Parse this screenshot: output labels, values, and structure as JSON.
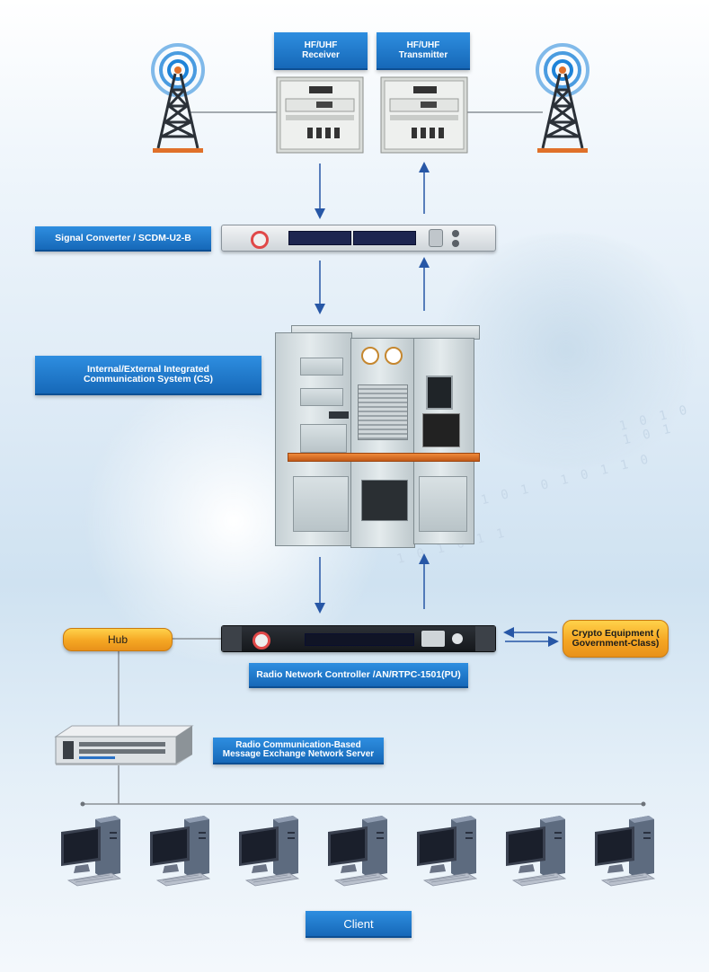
{
  "labels": {
    "hf_receiver": [
      "HF/UHF",
      "Receiver"
    ],
    "hf_transmitter": [
      "HF/UHF",
      "Transmitter"
    ],
    "signal_converter": "Signal Converter / SCDM-U2-B",
    "cs_system": [
      "Internal/External Integrated",
      "Communication System (CS)"
    ],
    "hub": "Hub",
    "crypto": [
      "Crypto Equipment (",
      "Government-Class)"
    ],
    "rnc": "Radio Network Controller /AN/RTPC-1501(PU)",
    "server": [
      "Radio Communication-Based",
      "Message Exchange Network Server"
    ],
    "client": "Client"
  },
  "background_digits": [
    "1 0 1 0 1 0 1",
    "1 0 1 0 1 1 0 1 0 1 0 1 1 0",
    "1 0 1 0 1 1"
  ],
  "client_count": 7,
  "colors": {
    "label_blue": "#1b74c9",
    "pill_orange": "#f5a623",
    "arrow_blue": "#2757a6",
    "wire_gray": "#8a8f95",
    "tower_dark": "#2b3138",
    "tower_base": "#e0702a",
    "radio_wave": "#1e83d8"
  },
  "icons": {
    "antenna": "antenna-tower-icon",
    "radio_rack": "radio-rack-icon",
    "converter": "signal-converter-device-icon",
    "cabinet": "communication-cabinet-icon",
    "controller": "network-controller-device-icon",
    "server": "rack-server-icon",
    "client": "desktop-computer-icon"
  }
}
